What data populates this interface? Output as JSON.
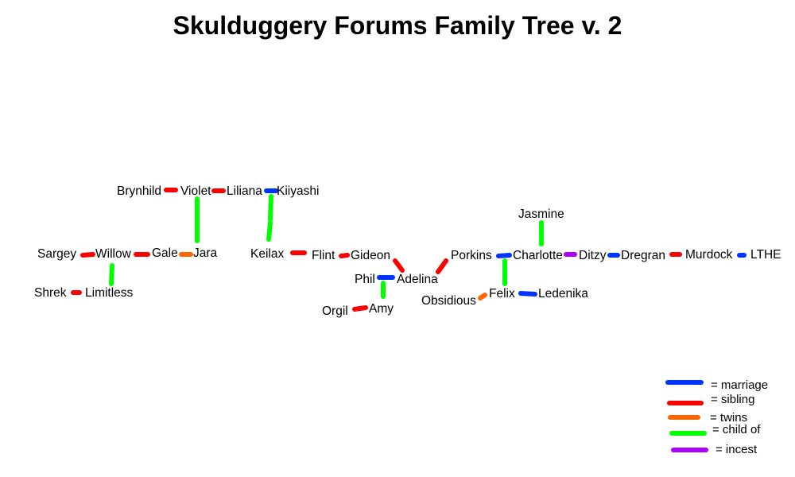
{
  "title": "Skulduggery Forums Family Tree v. 2",
  "colors": {
    "marriage": "#0033ff",
    "sibling": "#ff0000",
    "twins": "#ff6600",
    "child": "#00ff00",
    "incest": "#aa00ff"
  },
  "names": {
    "brynhild": "Brynhild",
    "violet": "Violet",
    "liliana": "Liliana",
    "kiiyashi": "Kiiyashi",
    "sargey": "Sargey",
    "willow": "Willow",
    "gale": "Gale",
    "jara": "Jara",
    "shrek": "Shrek",
    "limitless": "Limitless",
    "keilax": "Keilax",
    "flint": "Flint",
    "gideon": "Gideon",
    "phil": "Phil",
    "adelina": "Adelina",
    "orgil": "Orgil",
    "amy": "Amy",
    "porkins": "Porkins",
    "charlotte": "Charlotte",
    "jasmine": "Jasmine",
    "ditzy": "Ditzy",
    "dregran": "Dregran",
    "murdock": "Murdock",
    "lthe": "LTHE",
    "obsidious": "Obsidious",
    "felix": "Felix",
    "ledenika": "Ledenika"
  },
  "legend": {
    "marriage": "= marriage",
    "sibling": "= sibling",
    "twins": "= twins",
    "child": "= child of",
    "incest": "= incest"
  }
}
